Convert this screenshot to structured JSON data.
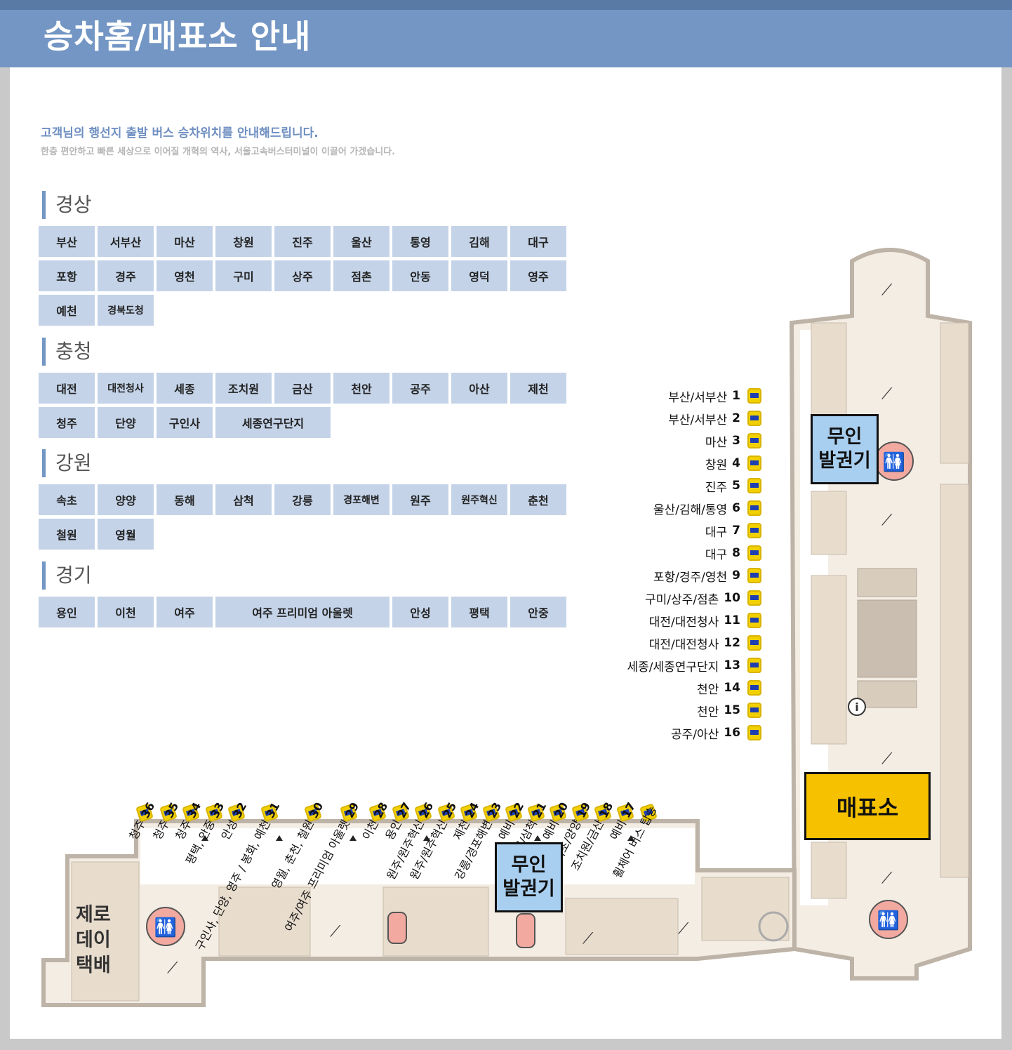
{
  "header": {
    "title": "승차홈/매표소 안내"
  },
  "intro": {
    "line1": "고객님의 행선지 출발 버스 승차위치를 안내해드립니다.",
    "line2": "한층 편안하고 빠른 세상으로 이어질 개혁의 역사, 서울고속버스터미널이 이끌어 가겠습니다."
  },
  "regions": [
    {
      "name": "경상",
      "items": [
        "부산",
        "서부산",
        "마산",
        "창원",
        "진주",
        "울산",
        "통영",
        "김해",
        "대구",
        "포항",
        "경주",
        "영천",
        "구미",
        "상주",
        "점촌",
        "안동",
        "영덕",
        "영주",
        "예천",
        "경북도청"
      ]
    },
    {
      "name": "충청",
      "items": [
        "대전",
        "대전청사",
        "세종",
        "조치원",
        "금산",
        "천안",
        "공주",
        "아산",
        "제천",
        "청주",
        "단양",
        "구인사",
        "세종연구단지"
      ]
    },
    {
      "name": "강원",
      "items": [
        "속초",
        "양양",
        "동해",
        "삼척",
        "강릉",
        "경포해변",
        "원주",
        "원주혁신",
        "춘천",
        "철원",
        "영월"
      ]
    },
    {
      "name": "경기",
      "items": [
        "용인",
        "이천",
        "여주",
        "여주 프리미엄 아울렛",
        "안성",
        "평택",
        "안중"
      ]
    }
  ],
  "platforms_right": [
    {
      "dest": "부산/서부산",
      "no": "1"
    },
    {
      "dest": "부산/서부산",
      "no": "2"
    },
    {
      "dest": "마산",
      "no": "3"
    },
    {
      "dest": "창원",
      "no": "4"
    },
    {
      "dest": "진주",
      "no": "5"
    },
    {
      "dest": "울산/김해/통영",
      "no": "6"
    },
    {
      "dest": "대구",
      "no": "7"
    },
    {
      "dest": "대구",
      "no": "8"
    },
    {
      "dest": "포항/경주/영천",
      "no": "9"
    },
    {
      "dest": "구미/상주/점촌",
      "no": "10"
    },
    {
      "dest": "대전/대전청사",
      "no": "11"
    },
    {
      "dest": "대전/대전청사",
      "no": "12"
    },
    {
      "dest": "세종/세종연구단지",
      "no": "13"
    },
    {
      "dest": "천안",
      "no": "14"
    },
    {
      "dest": "천안",
      "no": "15"
    },
    {
      "dest": "공주/아산",
      "no": "16"
    }
  ],
  "platforms_bottom": [
    {
      "dest": "청주",
      "no": "36"
    },
    {
      "dest": "청주",
      "no": "35"
    },
    {
      "dest": "청주",
      "no": "34"
    },
    {
      "dest": "평택, 안중",
      "no": "33"
    },
    {
      "dest": "안성",
      "no": "32"
    },
    {
      "dest": "구인사, 단양, 영주 / 봉화, 예천",
      "no": "31"
    },
    {
      "dest": "영월, 춘천, 철원",
      "no": "30"
    },
    {
      "dest": "여주/여주 프리미엄 아울렛",
      "no": "29"
    },
    {
      "dest": "이천",
      "no": "28"
    },
    {
      "dest": "용인",
      "no": "27"
    },
    {
      "dest": "원주/원주혁신",
      "no": "26"
    },
    {
      "dest": "원주/원주혁신",
      "no": "25"
    },
    {
      "dest": "제천",
      "no": "24"
    },
    {
      "dest": "강릉/경포해변",
      "no": "23"
    },
    {
      "dest": "예비",
      "no": "22"
    },
    {
      "dest": "동해/삼척",
      "no": "21"
    },
    {
      "dest": "예비",
      "no": "20"
    },
    {
      "dest": "속초/양양",
      "no": "19"
    },
    {
      "dest": "조치원/금산",
      "no": "18"
    },
    {
      "dest": "예비",
      "no": "17"
    },
    {
      "dest": "휠체어 버스 탑승",
      "no": ""
    }
  ],
  "map_labels": {
    "kiosk_top_line1": "무인",
    "kiosk_top_line2": "발권기",
    "kiosk_bottom_line1": "무인",
    "kiosk_bottom_line2": "발권기",
    "ticket_office": "매표소",
    "zero_line1": "제로",
    "zero_line2": "데이",
    "zero_line3": "택배"
  },
  "colors": {
    "header_bg": "#7396c4",
    "dest_button": "#c4d3e8",
    "kiosk": "#a9cff0",
    "ticket_office": "#f6c200",
    "floor": "#f4ede4",
    "room": "#e8dccd",
    "restroom": "#f2a9a0"
  }
}
